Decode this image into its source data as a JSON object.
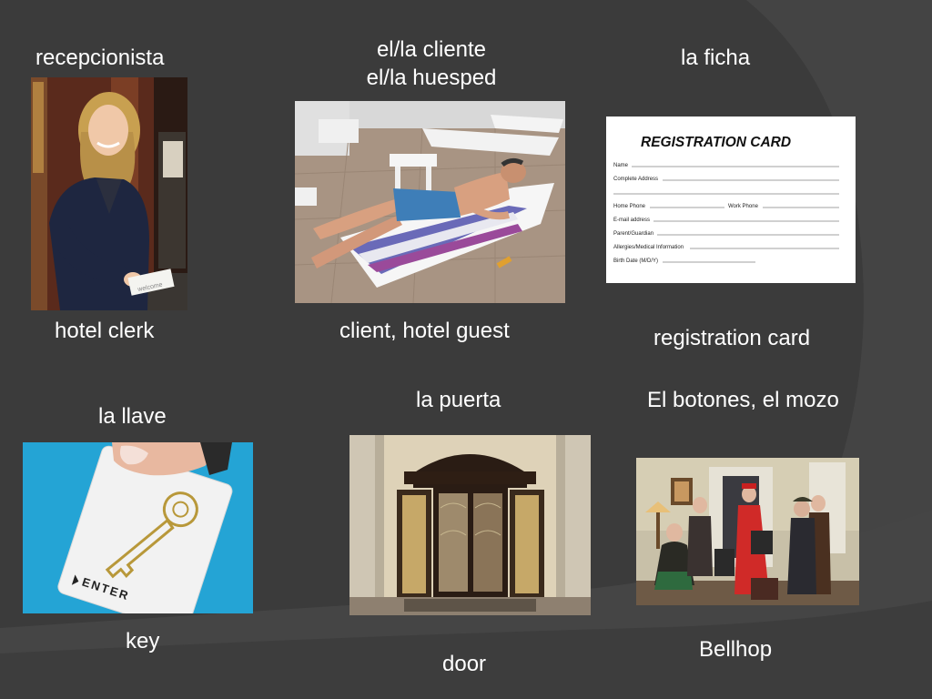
{
  "slide": {
    "items": [
      {
        "spanish": "recepcionista",
        "english": "hotel clerk",
        "image": "hotel-clerk-photo"
      },
      {
        "spanish_lines": [
          "el/la cliente",
          "el/la huesped"
        ],
        "english": "client, hotel guest",
        "image": "sunbathing-guest-photo"
      },
      {
        "spanish": "la ficha",
        "english": "registration card",
        "image": "registration-card-image"
      },
      {
        "spanish": "la llave",
        "english": "key",
        "image": "key-card-photo"
      },
      {
        "spanish": "la puerta",
        "english": "door",
        "image": "revolving-door-photo"
      },
      {
        "spanish": "El botones, el mozo",
        "english": "Bellhop",
        "image": "bellhop-scene-photo"
      }
    ]
  },
  "registration_card": {
    "title": "REGISTRATION CARD",
    "fields": [
      "Name",
      "Complete Address",
      "",
      "Home Phone",
      "E-mail address",
      "Parent/Guardian",
      "Allergies/Medical Information",
      "Birth Date (M/D/Y)"
    ],
    "work_phone": "Work Phone"
  },
  "key_card": {
    "enter_text": "ENTER"
  },
  "clerk_card": {
    "card_text": "welcome"
  },
  "colors": {
    "background": "#3a3a3a",
    "text": "#ffffff"
  }
}
